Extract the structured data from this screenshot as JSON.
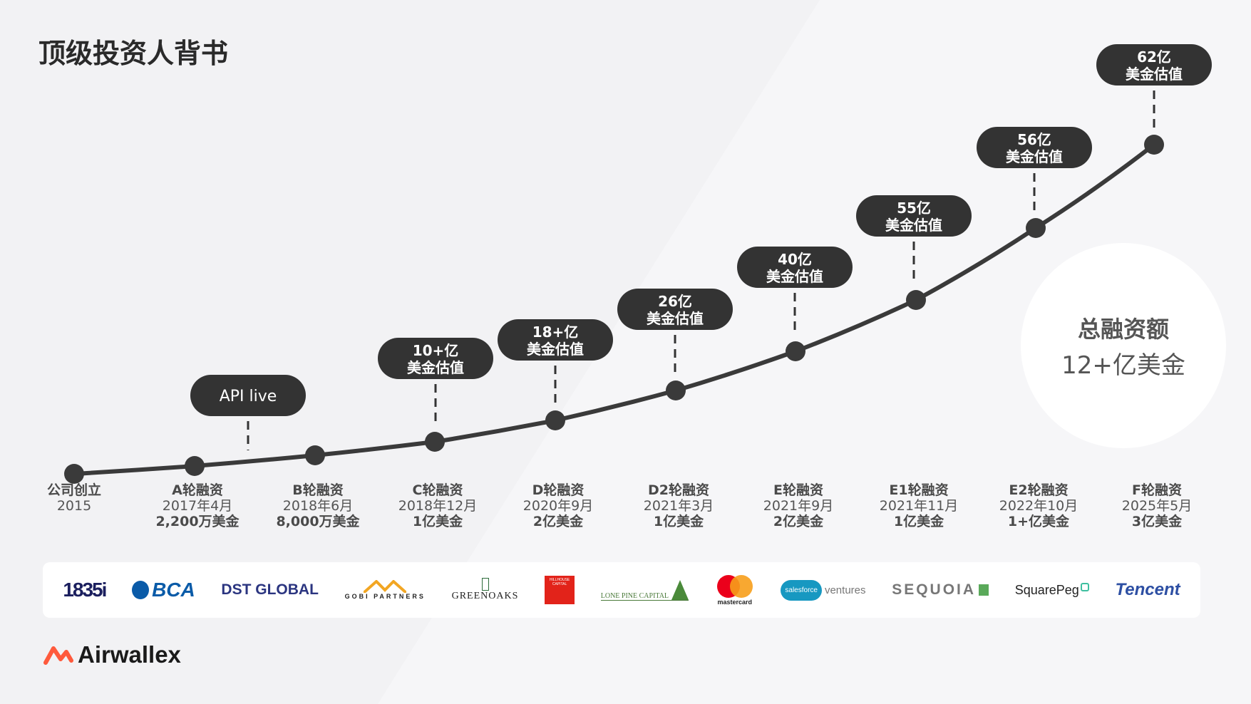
{
  "title": "顶级投资人背书",
  "milestones": [
    {
      "name": "公司创立",
      "date": "2015",
      "amount": ""
    },
    {
      "name": "A轮融资",
      "date": "2017年4月",
      "amount": "2,200万美金"
    },
    {
      "name": "B轮融资",
      "date": "2018年6月",
      "amount": "8,000万美金"
    },
    {
      "name": "C轮融资",
      "date": "2018年12月",
      "amount": "1亿美金"
    },
    {
      "name": "D轮融资",
      "date": "2020年9月",
      "amount": "2亿美金"
    },
    {
      "name": "D2轮融资",
      "date": "2021年3月",
      "amount": "1亿美金"
    },
    {
      "name": "E轮融资",
      "date": "2021年9月",
      "amount": "2亿美金"
    },
    {
      "name": "E1轮融资",
      "date": "2021年11月",
      "amount": "1亿美金"
    },
    {
      "name": "E2轮融资",
      "date": "2022年10月",
      "amount": "1+亿美金"
    },
    {
      "name": "F轮融资",
      "date": "2025年5月",
      "amount": "3亿美金"
    }
  ],
  "callouts": [
    {
      "line1": "API live",
      "line2": ""
    },
    {
      "line1": "10+亿",
      "line2": "美金估值"
    },
    {
      "line1": "18+亿",
      "line2": "美金估值"
    },
    {
      "line1": "26亿",
      "line2": "美金估值"
    },
    {
      "line1": "40亿",
      "line2": "美金估值"
    },
    {
      "line1": "55亿",
      "line2": "美金估值"
    },
    {
      "line1": "56亿",
      "line2": "美金估值"
    },
    {
      "line1": "62亿",
      "line2": "美金估值"
    }
  ],
  "total": {
    "label": "总融资额",
    "value": "12+亿美金"
  },
  "investors": [
    "1835i",
    "BCA",
    "DST GLOBAL",
    "GOBI PARTNERS",
    "GREENOAKS",
    "HILLHOUSE CAPITAL",
    "LONE PINE CAPITAL",
    "mastercard",
    "salesforce ventures",
    "SEQUOIA",
    "SquarePeg",
    "Tencent"
  ],
  "brand": "Airwallex",
  "colors": {
    "curve": "#3a3a3a",
    "bubble": "#333333",
    "accent": "#ff5a3c"
  }
}
